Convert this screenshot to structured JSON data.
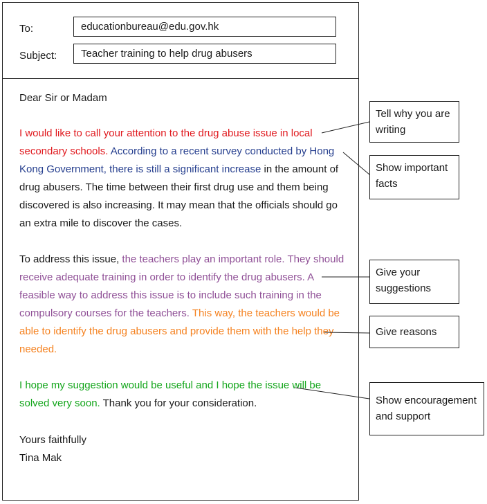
{
  "email": {
    "to_label": "To:",
    "to_value": "educationbureau@edu.gov.hk",
    "subject_label": "Subject:",
    "subject_value": "Teacher training to help drug abusers"
  },
  "letter": {
    "greeting": "Dear Sir or Madam",
    "p1": {
      "red": "I would like to call your attention to the drug abuse issue in local secondary schools.",
      "blue": "According to a recent survey conducted by Hong Kong Government, there is still a significant increase",
      "plain": "in the amount of drug abusers. The time between their first drug use and them being discovered is also increasing. It may mean that the officials should go an extra mile to discover the cases."
    },
    "p2": {
      "plain": "To address this issue,",
      "purple": "the teachers play an important role. They should receive adequate training in order to identify the drug abusers. A feasible way to address this issue is to include such training in the compulsory courses for the teachers.",
      "orange": "This way, the teachers would be able to identify the drug abusers and provide them with the help they needed."
    },
    "p3": {
      "green": "I hope my suggestion would be useful and I hope the issue will be solved very soon.",
      "plain": "Thank you for your consideration."
    },
    "closing": "Yours faithfully",
    "signature": "Tina Mak"
  },
  "annotations": [
    "Tell why you are writing",
    "Show important facts",
    "Give your suggestions",
    "Give reasons",
    "Show encouragement and support"
  ],
  "colors": {
    "red": "#e0191e",
    "blue": "#253e8e",
    "purple": "#8f4f96",
    "orange": "#f58220",
    "green": "#12a51a"
  }
}
